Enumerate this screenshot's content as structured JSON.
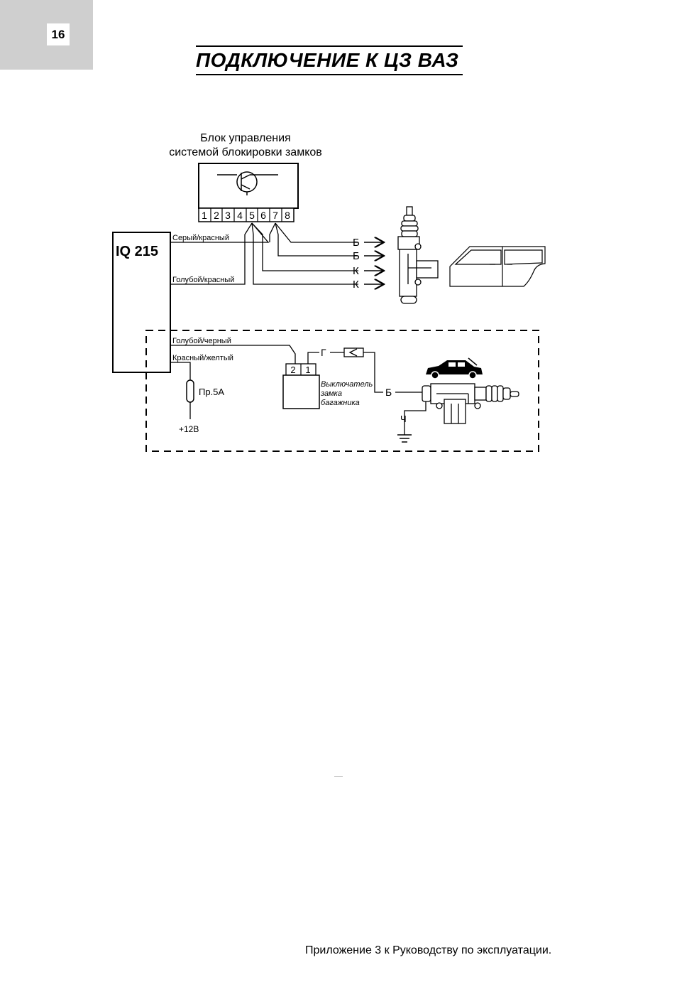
{
  "page_number": "16",
  "title": "ПОДКЛЮЧЕНИЕ К ЦЗ ВАЗ",
  "footer": "Приложение 3 к Руководству по эксплуатации.",
  "diagram": {
    "control_unit_label_line1": "Блок управления",
    "control_unit_label_line2": "системой блокировки замков",
    "pins": [
      "1",
      "2",
      "3",
      "4",
      "5",
      "6",
      "7",
      "8"
    ],
    "alarm_unit": "IQ 215",
    "wires": {
      "grey_red": "Серый/красный",
      "blue_red": "Голубой/красный",
      "blue_black": "Голубой/черный",
      "red_yellow": "Красный/желтый"
    },
    "door_outputs": [
      "Б",
      "Б",
      "К",
      "К"
    ],
    "fuse_label": "Пр.5А",
    "power_label": "+12В",
    "trunk_switch_pins": [
      "2",
      "1"
    ],
    "trunk_switch_label_line1": "Выключатель",
    "trunk_switch_label_line2": "замка",
    "trunk_switch_label_line3": "багажника",
    "wire_g": "Г",
    "wire_b": "Б",
    "wire_ch": "Ч"
  }
}
